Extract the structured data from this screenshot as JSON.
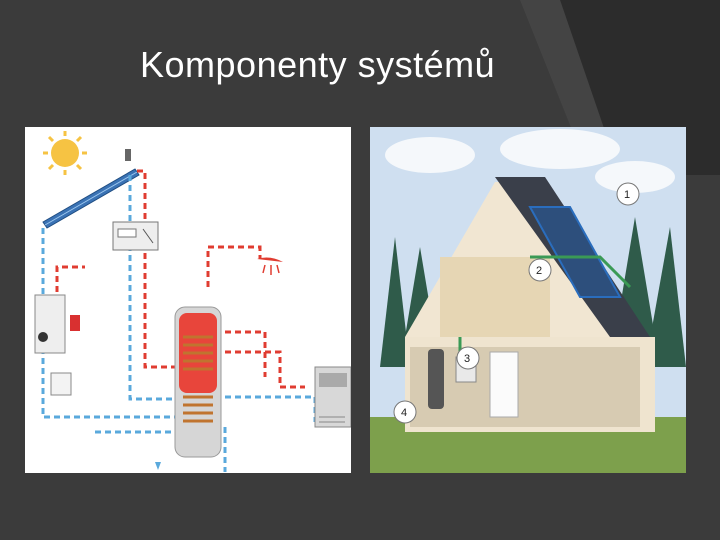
{
  "slide": {
    "title": "Komponenty systémů",
    "background_color": "#3b3b3b",
    "accent_shape_color": "#2c2c2c"
  },
  "left_diagram": {
    "description_icons": [
      "sun-icon",
      "solar-collector",
      "controller-unit",
      "pump-station",
      "expansion-vessel",
      "shower-head-icon",
      "hot-water-tank",
      "boiler-unit"
    ],
    "colors": {
      "hot_line": "#e03c31",
      "cold_line": "#5aa9dc",
      "sun": "#f6c343"
    }
  },
  "right_illustration": {
    "callouts": [
      {
        "label": "1"
      },
      {
        "label": "2"
      },
      {
        "label": "3"
      },
      {
        "label": "4"
      }
    ]
  }
}
